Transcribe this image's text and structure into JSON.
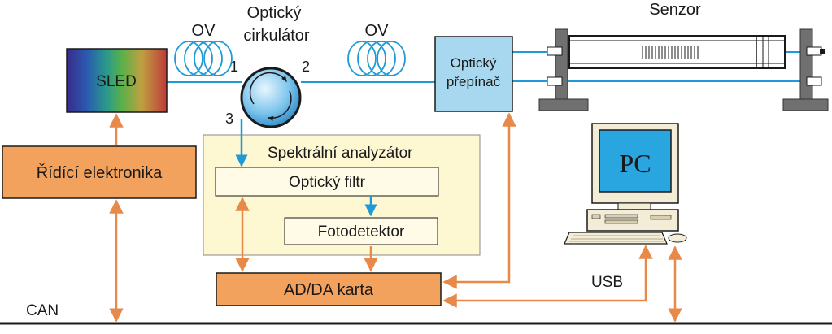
{
  "labels": {
    "sled": "SLED",
    "ov_left": "OV",
    "ov_right": "OV",
    "circulator_line1": "Optický",
    "circulator_line2": "cirkulátor",
    "port1": "1",
    "port2": "2",
    "port3": "3",
    "switch_line1": "Optický",
    "switch_line2": "přepínač",
    "sensor": "Senzor",
    "control": "Řídící elektronika",
    "analyzer": "Spektrální analyzátor",
    "filter": "Optický filtr",
    "photodetector": "Fotodetektor",
    "adda": "AD/DA karta",
    "pc": "PC",
    "usb": "USB",
    "can": "CAN"
  },
  "colors": {
    "orange_box": "#f2a25c",
    "orange_arrow": "#e8894a",
    "cream": "#fdf7d2",
    "fiber": "#1e9ad6",
    "switch_fill": "#a8d8f0",
    "pc_screen": "#29a6e0",
    "pc_case": "#f3ecd6"
  }
}
